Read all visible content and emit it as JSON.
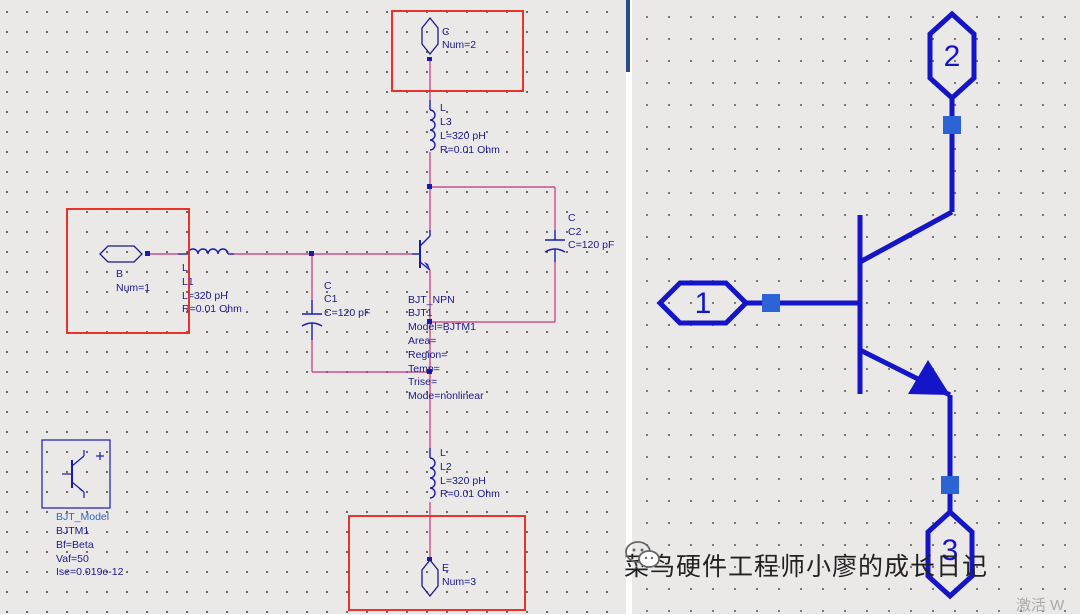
{
  "schematic": {
    "port_c": {
      "name": "C",
      "num": "Num=2"
    },
    "port_b": {
      "name": "B",
      "num": "Num=1"
    },
    "port_e": {
      "name": "E",
      "num": "Num=3"
    },
    "l3": {
      "type": "L",
      "name": "L3",
      "value": "L=320 pH",
      "res": "R=0.01 Ohm"
    },
    "l1": {
      "type": "L",
      "name": "L1",
      "value": "L=320 pH",
      "res": "R=0.01 Ohm"
    },
    "l2": {
      "type": "L",
      "name": "L2",
      "value": "L=320 pH",
      "res": "R=0.01 Ohm"
    },
    "c1": {
      "type": "C",
      "name": "C1",
      "value": "C=120 pF"
    },
    "c2": {
      "type": "C",
      "name": "C2",
      "value": "C=120 pF"
    },
    "bjt": {
      "type": "BJT_NPN",
      "name": "BJT1",
      "params": [
        "Model=BJTM1",
        "Area=",
        "Region=",
        "Temp=",
        "Trise=",
        "Mode=nonlinear"
      ]
    },
    "model": {
      "type": "BJT_Model",
      "name": "BJTM1",
      "params": [
        "Bf=Beta",
        "Vaf=50",
        "Ise=0.019e-12"
      ]
    }
  },
  "symbol": {
    "pin1": "1",
    "pin2": "2",
    "pin3": "3"
  },
  "watermark": {
    "text": "菜鸟硬件工程师小廖的成长日记",
    "activate": "激活 W"
  },
  "colors": {
    "wire": "#0d0db5",
    "net": "#c0347a",
    "highlight": "#e8332a"
  }
}
